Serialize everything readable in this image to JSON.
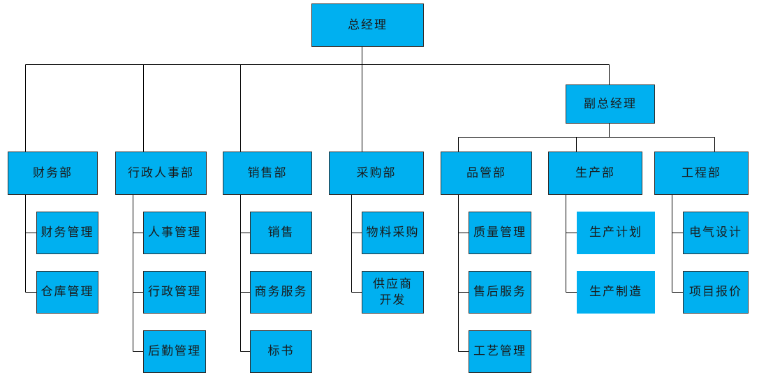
{
  "colors": {
    "node_fill": "#00B0F0",
    "node_border": "#2c2c2c",
    "connector": "#000000",
    "background": "#ffffff"
  },
  "org": {
    "top": {
      "label": "总经理"
    },
    "deputy": {
      "label": "副总经理"
    },
    "departments": [
      {
        "label": "财务部",
        "units": [
          "财务管理",
          "仓库管理"
        ]
      },
      {
        "label": "行政人事部",
        "units": [
          "人事管理",
          "行政管理",
          "后勤管理"
        ]
      },
      {
        "label": "销售部",
        "units": [
          "销售",
          "商务服务",
          "标书"
        ]
      },
      {
        "label": "采购部",
        "units": [
          "物料采购",
          "供应商开发"
        ]
      },
      {
        "label": "品管部",
        "units": [
          "质量管理",
          "售后服务",
          "工艺管理"
        ]
      },
      {
        "label": "生产部",
        "units": [
          "生产计划",
          "生产制造"
        ]
      },
      {
        "label": "工程部",
        "units": [
          "电气设计",
          "项目报价"
        ]
      }
    ]
  }
}
